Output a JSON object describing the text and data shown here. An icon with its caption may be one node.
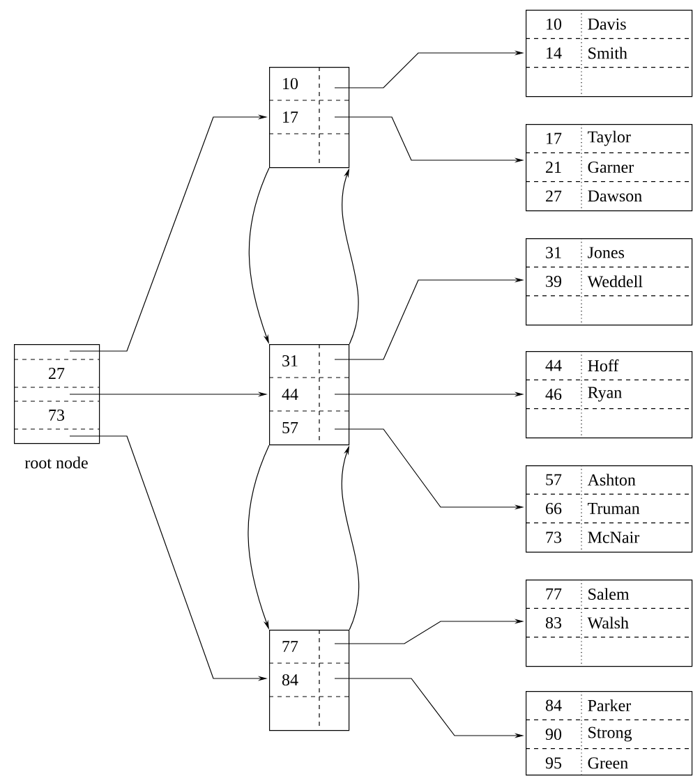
{
  "diagram": {
    "nodes": [
      {
        "text": [
          "27",
          "73"
        ],
        "beside": [
          "root node"
        ]
      },
      {
        "text": [
          "10",
          "17"
        ]
      },
      {
        "text": [
          "31",
          "44",
          "57"
        ]
      },
      {
        "text": [
          "77",
          "84"
        ]
      },
      {
        "text": [
          "10",
          "Davis",
          "14",
          "Smith"
        ]
      },
      {
        "text": [
          "17",
          "Taylor",
          "21",
          "Garner",
          "27",
          "Dawson"
        ]
      },
      {
        "text": [
          "31",
          "Jones",
          "39",
          "Weddell"
        ]
      },
      {
        "text": [
          "44",
          "Hoff",
          "46",
          "Ryan"
        ]
      },
      {
        "text": [
          "57",
          "Ashton",
          "66",
          "Truman",
          "73",
          "McNair"
        ]
      },
      {
        "text": [
          "77",
          "Salem",
          "83",
          "Walsh"
        ]
      },
      {
        "text": [
          "84",
          "Parker",
          "90",
          "Strong",
          "95",
          "Green"
        ]
      }
    ],
    "edges": [
      {
        "from": 0,
        "to": 1,
        "arrow": "to"
      },
      {
        "from": 0,
        "to": 2,
        "arrow": "to"
      },
      {
        "from": 0,
        "to": 3,
        "arrow": "to"
      },
      {
        "from": 1,
        "to": 4,
        "arrow": "to"
      },
      {
        "from": 1,
        "to": 5,
        "arrow": "to"
      },
      {
        "from": 2,
        "to": 6,
        "arrow": "to"
      },
      {
        "from": 2,
        "to": 7,
        "arrow": "to"
      },
      {
        "from": 2,
        "to": 8,
        "arrow": "to"
      },
      {
        "from": 3,
        "to": 9,
        "arrow": "to"
      },
      {
        "from": 3,
        "to": 10,
        "arrow": "to"
      },
      {
        "from": 1,
        "to": 2,
        "arrow": "to"
      },
      {
        "from": 2,
        "to": 1,
        "arrow": "to"
      },
      {
        "from": 2,
        "to": 3,
        "arrow": "to"
      },
      {
        "from": 3,
        "to": 2,
        "arrow": "to"
      }
    ]
  }
}
